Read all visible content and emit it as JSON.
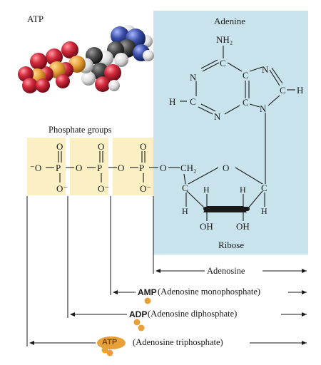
{
  "atp_title": "ATP",
  "adenine_label": "Adenine",
  "ribose_label": "Ribose",
  "phosphate_groups_label": "Phosphate groups",
  "atoms": {
    "nh2": "NH₂",
    "n": "N",
    "c": "C",
    "h": "H",
    "o": "O",
    "p": "P",
    "o_minus": "⁻O",
    "o_minus_bottom": "O⁻",
    "ch2": "CH₂",
    "oh": "OH"
  },
  "legend": {
    "adenosine": "Adenosine",
    "amp_abbr": "AMP",
    "amp_name": "(Adenosine monophosphate)",
    "adp_abbr": "ADP",
    "adp_name": "(Adenosine diphosphate)",
    "atp_abbr": "ATP",
    "atp_name": "(Adenosine triphosphate)"
  },
  "colors": {
    "adenine_region": "#c9e3ec",
    "phosphate_region": "#fbf0c4",
    "phosphate_ball": "#e8a13a",
    "oxygen_atom": "#c8283a",
    "nitrogen_atom": "#3a4fa8",
    "carbon_atom": "#4a4a4a",
    "hydrogen_atom": "#e6e6e6"
  }
}
